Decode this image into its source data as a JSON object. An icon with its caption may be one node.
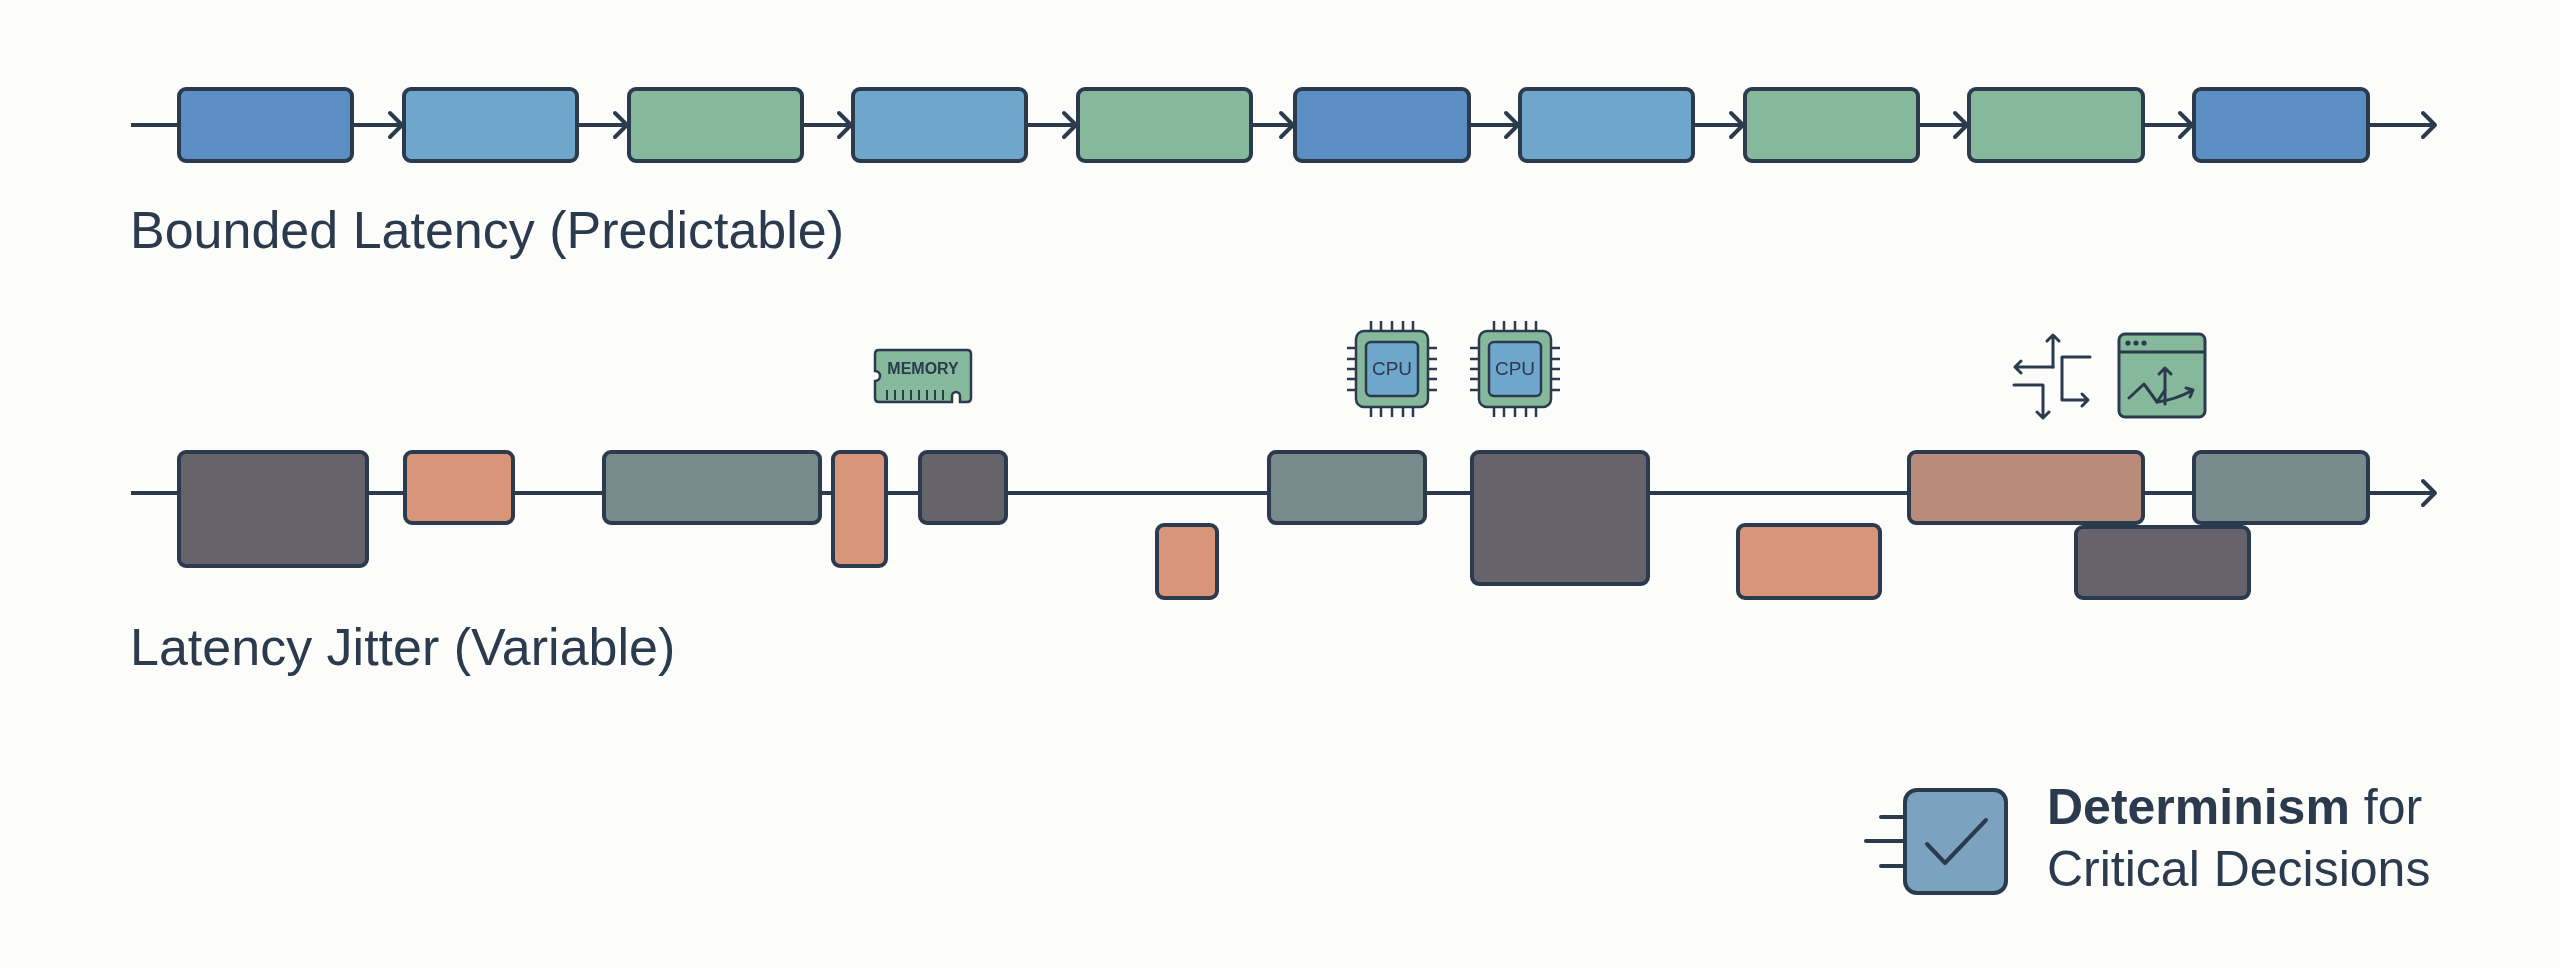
{
  "diagram": {
    "nodes": [
      {
        "text": [],
        "shape": "box"
      },
      {
        "text": [],
        "shape": "box"
      },
      {
        "text": [],
        "shape": "box"
      },
      {
        "text": [],
        "shape": "box"
      },
      {
        "text": [],
        "shape": "box"
      },
      {
        "text": [],
        "shape": "box"
      },
      {
        "text": [],
        "shape": "box"
      },
      {
        "text": [],
        "shape": "box"
      },
      {
        "text": [],
        "shape": "box"
      },
      {
        "text": [],
        "shape": "box"
      },
      {
        "text": [
          "MEMORY"
        ]
      },
      {
        "text": [
          "CPU"
        ]
      },
      {
        "text": [
          "CPU"
        ]
      },
      {
        "text": [],
        "shape": "box"
      },
      {
        "text": [],
        "shape": "box"
      },
      {
        "text": [],
        "shape": "box"
      },
      {
        "text": [],
        "shape": "box"
      },
      {
        "text": [],
        "shape": "box"
      },
      {
        "text": [],
        "shape": "box"
      },
      {
        "text": [],
        "shape": "box"
      },
      {
        "text": [],
        "shape": "box"
      },
      {
        "text": [],
        "shape": "box"
      },
      {
        "text": [],
        "shape": "box"
      },
      {
        "text": [],
        "shape": "box"
      },
      {
        "text": [],
        "shape": "box"
      }
    ],
    "edges": [
      {
        "from": null,
        "to": 0,
        "arrow": "none"
      },
      {
        "from": 0,
        "to": 1,
        "arrow": "to"
      },
      {
        "from": 1,
        "to": 2,
        "arrow": "to"
      },
      {
        "from": 2,
        "to": 3,
        "arrow": "to"
      },
      {
        "from": 3,
        "to": 4,
        "arrow": "to"
      },
      {
        "from": 4,
        "to": 5,
        "arrow": "to"
      },
      {
        "from": 5,
        "to": 6,
        "arrow": "to"
      },
      {
        "from": 6,
        "to": 7,
        "arrow": "to"
      },
      {
        "from": 7,
        "to": 8,
        "arrow": "to"
      },
      {
        "from": 8,
        "to": 9,
        "arrow": "to"
      },
      {
        "from": 9,
        "to": null,
        "arrow": "to"
      },
      {
        "from": null,
        "to": 13,
        "arrow": "none"
      },
      {
        "from": 13,
        "to": 14,
        "arrow": "none"
      },
      {
        "from": 14,
        "to": 15,
        "arrow": "none"
      },
      {
        "from": 15,
        "to": 16,
        "arrow": "none"
      },
      {
        "from": 16,
        "to": 17,
        "arrow": "none"
      },
      {
        "from": 17,
        "to": 19,
        "arrow": "none"
      },
      {
        "from": 19,
        "to": 20,
        "arrow": "none"
      },
      {
        "from": 20,
        "to": 22,
        "arrow": "none"
      },
      {
        "from": 22,
        "to": 24,
        "arrow": "none"
      },
      {
        "from": 24,
        "to": null,
        "arrow": "to"
      }
    ],
    "labels": [
      "Bounded Latency (Predictable)",
      "Latency Jitter (Variable)",
      "**Determinism** for Critical Decisions"
    ]
  }
}
